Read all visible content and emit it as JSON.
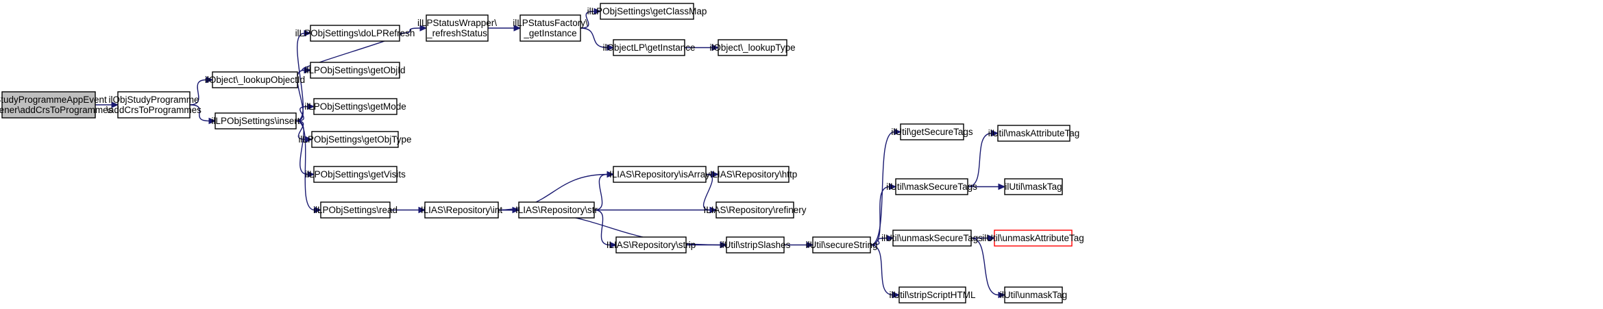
{
  "colors": {
    "edge": "#191970",
    "node_border": "#000000",
    "node_fill": "#ffffff",
    "root_fill": "#bfbfbf",
    "truncated_border": "#ff0000"
  },
  "nodes": [
    {
      "id": "root",
      "lines": [
        "ilStudyProgrammeAppEvent",
        "Listener\\addCrsToProgrammes"
      ],
      "style": "root"
    },
    {
      "id": "addcrs",
      "lines": [
        "ilObjStudyProgramme",
        "\\addCrsToProgrammes"
      ]
    },
    {
      "id": "lookupid",
      "lines": [
        "ilObject\\_lookupObjectId"
      ]
    },
    {
      "id": "insert",
      "lines": [
        "ilLPObjSettings\\insert"
      ]
    },
    {
      "id": "dolprefresh",
      "lines": [
        "ilLPObjSettings\\doLPRefresh"
      ]
    },
    {
      "id": "getobjid",
      "lines": [
        "ilLPObjSettings\\getObjId"
      ]
    },
    {
      "id": "getmode",
      "lines": [
        "ilLPObjSettings\\getMode"
      ]
    },
    {
      "id": "getobjtype",
      "lines": [
        "ilLPObjSettings\\getObjType"
      ]
    },
    {
      "id": "getvisits",
      "lines": [
        "ilLPObjSettings\\getVisits"
      ]
    },
    {
      "id": "read",
      "lines": [
        "ilLPObjSettings\\read"
      ]
    },
    {
      "id": "refreshstatus",
      "lines": [
        "ilLPStatusWrapper\\",
        "_refreshStatus"
      ]
    },
    {
      "id": "getinstance",
      "lines": [
        "ilLPStatusFactory\\",
        "_getInstance"
      ]
    },
    {
      "id": "getclassmap",
      "lines": [
        "ilLPObjSettings\\getClassMap"
      ]
    },
    {
      "id": "objectlp",
      "lines": [
        "ilObjectLP\\getInstance"
      ]
    },
    {
      "id": "lookuptype",
      "lines": [
        "ilObject\\_lookupType"
      ]
    },
    {
      "id": "repoint",
      "lines": [
        "ILIAS\\Repository\\int"
      ]
    },
    {
      "id": "repostr",
      "lines": [
        "ILIAS\\Repository\\str"
      ]
    },
    {
      "id": "isarray",
      "lines": [
        "ILIAS\\Repository\\isArray"
      ]
    },
    {
      "id": "http",
      "lines": [
        "ILIAS\\Repository\\http"
      ]
    },
    {
      "id": "refinery",
      "lines": [
        "ILIAS\\Repository\\refinery"
      ]
    },
    {
      "id": "strip",
      "lines": [
        "ILIAS\\Repository\\strip"
      ]
    },
    {
      "id": "stripslashes",
      "lines": [
        "ilUtil\\stripSlashes"
      ]
    },
    {
      "id": "securestring",
      "lines": [
        "ilUtil\\secureString"
      ]
    },
    {
      "id": "getsecuretags",
      "lines": [
        "ilUtil\\getSecureTags"
      ]
    },
    {
      "id": "masksecuretags",
      "lines": [
        "ilUtil\\maskSecureTags"
      ]
    },
    {
      "id": "unmasksecuretags",
      "lines": [
        "ilUtil\\unmaskSecureTags"
      ]
    },
    {
      "id": "stripscripthtml",
      "lines": [
        "ilUtil\\stripScriptHTML"
      ]
    },
    {
      "id": "maskattributetag",
      "lines": [
        "ilUtil\\maskAttributeTag"
      ]
    },
    {
      "id": "masktag",
      "lines": [
        "ilUtil\\maskTag"
      ]
    },
    {
      "id": "unmaskattributetag",
      "lines": [
        "ilUtil\\unmaskAttributeTag"
      ],
      "style": "truncated"
    },
    {
      "id": "unmasktag",
      "lines": [
        "ilUtil\\unmaskTag"
      ]
    }
  ],
  "edges": [
    {
      "from": "root",
      "to": "addcrs"
    },
    {
      "from": "addcrs",
      "to": "lookupid"
    },
    {
      "from": "addcrs",
      "to": "insert"
    },
    {
      "from": "insert",
      "to": "dolprefresh"
    },
    {
      "from": "insert",
      "to": "getobjid"
    },
    {
      "from": "insert",
      "to": "getmode"
    },
    {
      "from": "insert",
      "to": "getobjtype"
    },
    {
      "from": "insert",
      "to": "getvisits"
    },
    {
      "from": "insert",
      "to": "read"
    },
    {
      "from": "dolprefresh",
      "to": "refreshstatus"
    },
    {
      "from": "dolprefresh",
      "to": "getobjid"
    },
    {
      "from": "refreshstatus",
      "to": "getinstance"
    },
    {
      "from": "getinstance",
      "to": "getclassmap"
    },
    {
      "from": "getinstance",
      "to": "objectlp"
    },
    {
      "from": "objectlp",
      "to": "lookuptype"
    },
    {
      "from": "read",
      "to": "repoint"
    },
    {
      "from": "repoint",
      "to": "isarray"
    },
    {
      "from": "repoint",
      "to": "repostr"
    },
    {
      "from": "repoint",
      "to": "stripslashes"
    },
    {
      "from": "repostr",
      "to": "isarray"
    },
    {
      "from": "repostr",
      "to": "refinery"
    },
    {
      "from": "repostr",
      "to": "strip"
    },
    {
      "from": "isarray",
      "to": "http"
    },
    {
      "from": "isarray",
      "to": "refinery"
    },
    {
      "from": "strip",
      "to": "stripslashes"
    },
    {
      "from": "stripslashes",
      "to": "securestring"
    },
    {
      "from": "securestring",
      "to": "getsecuretags"
    },
    {
      "from": "securestring",
      "to": "masksecuretags"
    },
    {
      "from": "securestring",
      "to": "unmasksecuretags"
    },
    {
      "from": "securestring",
      "to": "stripscripthtml"
    },
    {
      "from": "masksecuretags",
      "to": "maskattributetag"
    },
    {
      "from": "masksecuretags",
      "to": "masktag"
    },
    {
      "from": "unmasksecuretags",
      "to": "unmaskattributetag"
    },
    {
      "from": "unmasksecuretags",
      "to": "unmasktag"
    }
  ]
}
